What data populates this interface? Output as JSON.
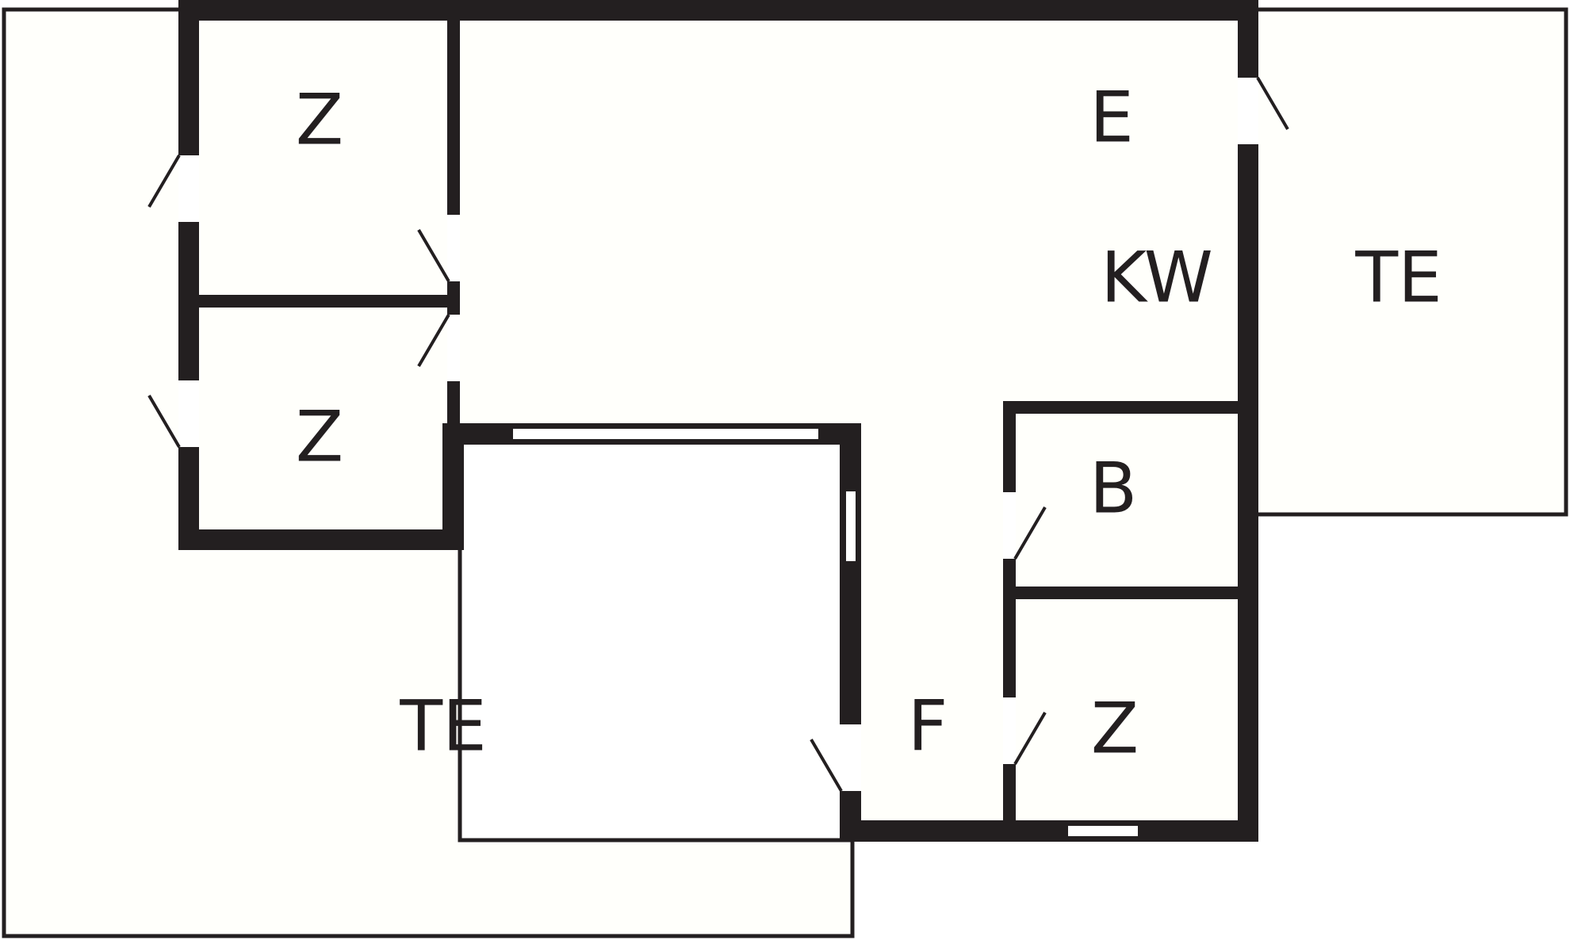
{
  "colors": {
    "wall": "#231f20",
    "floor": "#fffffb",
    "opening": "#ffffff"
  },
  "rooms": {
    "z_top_left": "Z",
    "z_mid_left": "Z",
    "e": "E",
    "kw": "KW",
    "te_right": "TE",
    "b": "B",
    "te_bottom_left": "TE",
    "f": "F",
    "z_bottom_right": "Z"
  }
}
